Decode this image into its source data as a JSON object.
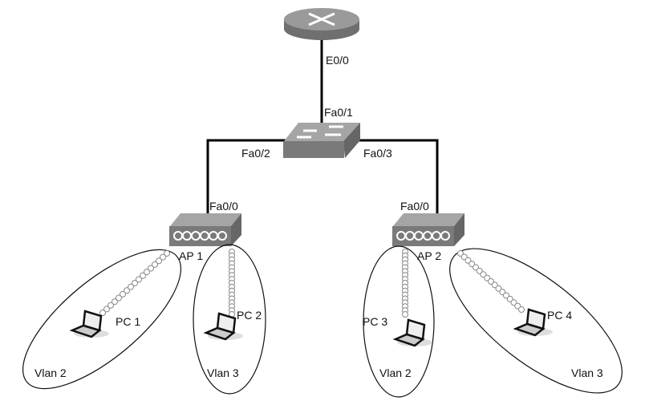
{
  "colors": {
    "device": "#8a8a8a",
    "device_dark": "#6b6b6b",
    "device_light": "#b5b5b5",
    "link": "#000000"
  },
  "router": {
    "icon": "router-icon",
    "port": "E0/0"
  },
  "switch": {
    "icon": "switch-icon",
    "uplink_port": "Fa0/1",
    "left_port": "Fa0/2",
    "right_port": "Fa0/3"
  },
  "access_points": [
    {
      "label": "AP 1",
      "port": "Fa0/0",
      "icon": "access-point-icon"
    },
    {
      "label": "AP 2",
      "port": "Fa0/0",
      "icon": "access-point-icon"
    }
  ],
  "pcs": [
    {
      "label": "PC 1",
      "vlan": "Vlan 2",
      "icon": "laptop-icon"
    },
    {
      "label": "PC 2",
      "vlan": "Vlan 3",
      "icon": "laptop-icon"
    },
    {
      "label": "PC 3",
      "vlan": "Vlan 2",
      "icon": "laptop-icon"
    },
    {
      "label": "PC 4",
      "vlan": "Vlan 3",
      "icon": "laptop-icon"
    }
  ]
}
